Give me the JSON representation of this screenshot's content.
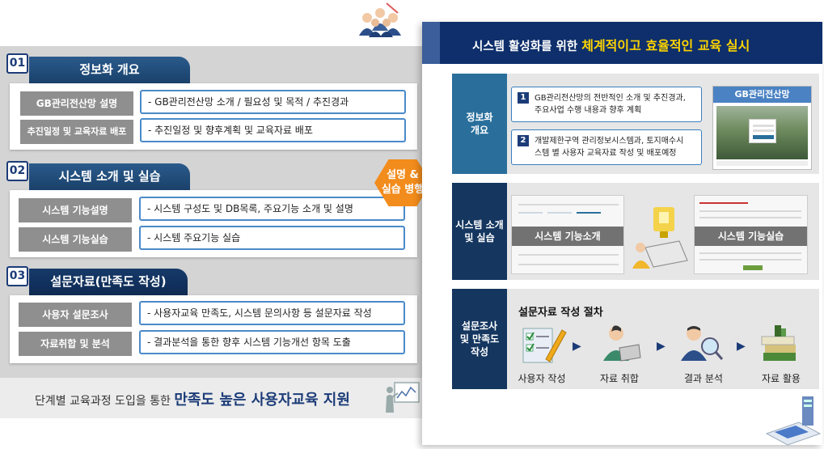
{
  "left": {
    "sections": [
      {
        "num": "01",
        "title": "정보화 개요",
        "items": [
          {
            "label": "GB관리전산망 설명",
            "desc": "- GB관리전산망 소개 / 필요성 및 목적 / 추진경과"
          },
          {
            "label": "추진일정 및 교육자료 배포",
            "desc": "- 추진일정 및 향후계획 및 교육자료 배포"
          }
        ]
      },
      {
        "num": "02",
        "title": "시스템 소개 및 실습",
        "items": [
          {
            "label": "시스템 기능설명",
            "desc": "- 시스템 구성도 및 DB목록, 주요기능 소개 및 설명"
          },
          {
            "label": "시스템 기능실습",
            "desc": "- 시스템 주요기능 실습"
          }
        ]
      },
      {
        "num": "03",
        "title": "설문자료(만족도 작성)",
        "items": [
          {
            "label": "사용자 설문조사",
            "desc": "- 사용자교육 만족도, 시스템 문의사항 등 설문자료 작성"
          },
          {
            "label": "자료취합 및 분석",
            "desc": "- 결과분석을 통한 향후 시스템 기능개선 항목  도출"
          }
        ]
      }
    ],
    "badge": {
      "line1": "설명 &",
      "line2": "실습 병행"
    },
    "footer": {
      "prefix": "단계별 교육과정 도입을 통한 ",
      "strong": "만족도 높은 사용자교육 지원"
    }
  },
  "right": {
    "header": {
      "prefix": "시스템 활성화를 위한 ",
      "highlight": "체계적이고 효율적인 교육 실시"
    },
    "row1": {
      "label_l1": "정보화",
      "label_l2": "개요",
      "items": [
        {
          "num": "1",
          "line1": "GB관리전산망의 전반적인 소개 및 추진경과,",
          "line2": "주요사업 수행 내용과 향후 계획"
        },
        {
          "num": "2",
          "line1": "개발제한구역 관리정보시스템과, 토지매수시",
          "line2": "스템 별 사용자 교육자료 작성 및 배포예정"
        }
      ],
      "screen_title": "GB관리전산망"
    },
    "row2": {
      "label_l1": "시스템 소개",
      "label_l2": "및 실습",
      "shot1": "시스템 기능소개",
      "shot2": "시스템 기능실습"
    },
    "row3": {
      "label_l1": "설문조사",
      "label_l2": "및 만족도",
      "label_l3": "작성",
      "title": "설문자료 작성 절차",
      "steps": [
        "사용자 작성",
        "자료 취합",
        "결과 분석",
        "자료 활용"
      ]
    }
  },
  "colors": {
    "navy": "#0e2f6b",
    "accent_yellow": "#ffd400",
    "badge_orange": "#f28c1c",
    "row_teal": "#2a6f9b",
    "row_navy": "#14365f",
    "label_gray": "#8f8f8f",
    "desc_border": "#4a8ac8"
  }
}
